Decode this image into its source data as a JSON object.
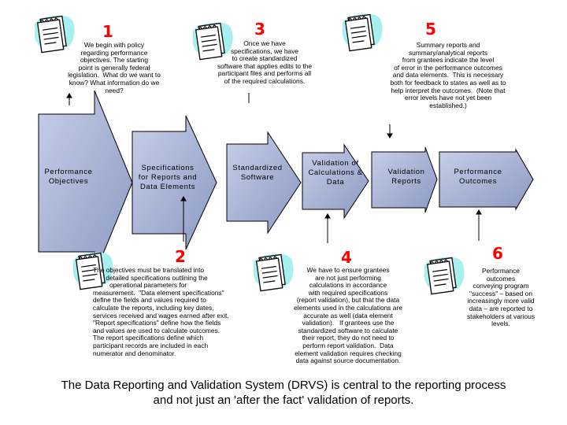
{
  "steps": [
    {
      "number": "1",
      "text": "We begin with policy\nregarding performance\nobjectives. The starting\npoint is generally federal\nlegislation.  What do we want to\nknow? What information do we\nneed?"
    },
    {
      "number": "3",
      "text": "Once we have\nspecifications, we have\nto create standardized\nsoftware that applies edits to the\nparticipant files and performs all\nof the required calculations."
    },
    {
      "number": "5",
      "text": "Summary reports and\nsummary/analytical reports\nfrom grantees indicate the level\nof error in the performance outcomes\nand data elements.  This is necessary\nboth for feedback to states as well as to\nhelp interpret the outcomes.  (Note that\nerror levels have not yet been\nestablished.)"
    },
    {
      "number": "2",
      "text": "The objectives must be translated into\n       detailed specifications outlining the\n         operational parameters for\nmeasurement.  \"Data element specifications\"\ndefine the fields and values required to\ncalculate the reports, including key dates,\nservices received and wages earned after exit.\n\"Report specifications\" define how the fields\nand values are used to calculate outcomes.\nThe report specifications define which\nparticipant records are included in each\nnumerator and denominator."
    },
    {
      "number": "4",
      "text": "We have to ensure grantees\nare not just performing\ncalculations in accordance\nwith required specifications\n(report validation), but that the data\nelements used in the calculations are\naccurate as well (data element\nvalidation).   If grantees use the\nstandardized software to calculate\ntheir report, they do not need to\nperform report validation.  Data\nelement validation requires checking\ndata against source documentation."
    },
    {
      "number": "6",
      "text": "Performance\noutcomes\nconveying program\n\"success\" – based on\nincreasingly more valid\ndata – are reported to\nstakeholders at various\nlevels."
    }
  ],
  "arrows": [
    {
      "label": "Performance\nObjectives"
    },
    {
      "label": "Specifications\nfor Reports and\nData Elements"
    },
    {
      "label": "Standardized\nSoftware"
    },
    {
      "label": "Validation of\nCalculations &\nData"
    },
    {
      "label": "Validation\nReports"
    },
    {
      "label": "Performance\nOutcomes"
    }
  ],
  "footer": "The Data Reporting and Validation System (DRVS) is central to the reporting process\nand not just an 'after the fact' validation of reports.",
  "colors": {
    "arrow_fill": "#9aa7cc",
    "arrow_stroke": "#000000",
    "number": "#ff0000",
    "icon_bg": "#a8f0f0"
  },
  "icon": "notepad-icon"
}
